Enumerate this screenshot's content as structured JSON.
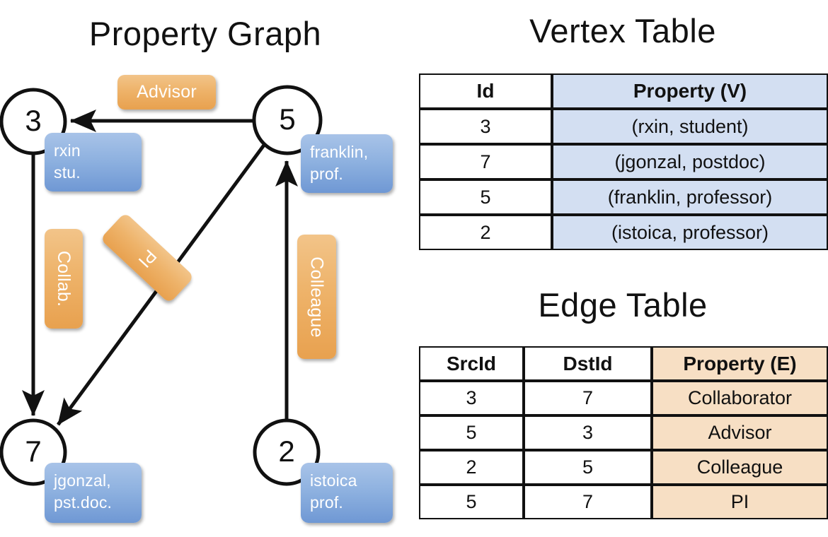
{
  "titles": {
    "graph": "Property Graph",
    "vertex_table": "Vertex Table",
    "edge_table": "Edge Table"
  },
  "colors": {
    "vertex_property_fill": "#d3dff2",
    "edge_property_fill": "#f7dfc4",
    "node_bubble_blue": "#8fb2e0",
    "edge_badge_orange": "#eeb36a",
    "stroke": "#111111",
    "background": "#ffffff"
  },
  "graph": {
    "nodes": [
      {
        "id": "3",
        "property_line1": "rxin",
        "property_line2": "stu."
      },
      {
        "id": "5",
        "property_line1": "franklin,",
        "property_line2": "prof."
      },
      {
        "id": "7",
        "property_line1": "jgonzal,",
        "property_line2": "pst.doc."
      },
      {
        "id": "2",
        "property_line1": "istoica",
        "property_line2": "prof."
      }
    ],
    "edge_labels": [
      {
        "label": "Advisor",
        "orientation": "horizontal"
      },
      {
        "label": "Collab.",
        "orientation": "vertical"
      },
      {
        "label": "PI",
        "orientation": "diagonal"
      },
      {
        "label": "Colleague",
        "orientation": "vertical"
      }
    ],
    "edges": [
      {
        "from": "5",
        "to": "3",
        "label": "Advisor"
      },
      {
        "from": "3",
        "to": "7",
        "label": "Collab."
      },
      {
        "from": "5",
        "to": "7",
        "label": "PI"
      },
      {
        "from": "2",
        "to": "5",
        "label": "Colleague"
      }
    ]
  },
  "vertex_table": {
    "headers": [
      "Id",
      "Property (V)"
    ],
    "rows": [
      {
        "id": "3",
        "property": "(rxin, student)"
      },
      {
        "id": "7",
        "property": "(jgonzal, postdoc)"
      },
      {
        "id": "5",
        "property": "(franklin, professor)"
      },
      {
        "id": "2",
        "property": "(istoica, professor)"
      }
    ]
  },
  "edge_table": {
    "headers": [
      "SrcId",
      "DstId",
      "Property (E)"
    ],
    "rows": [
      {
        "src": "3",
        "dst": "7",
        "property": "Collaborator"
      },
      {
        "src": "5",
        "dst": "3",
        "property": "Advisor"
      },
      {
        "src": "2",
        "dst": "5",
        "property": "Colleague"
      },
      {
        "src": "5",
        "dst": "7",
        "property": "PI"
      }
    ]
  }
}
